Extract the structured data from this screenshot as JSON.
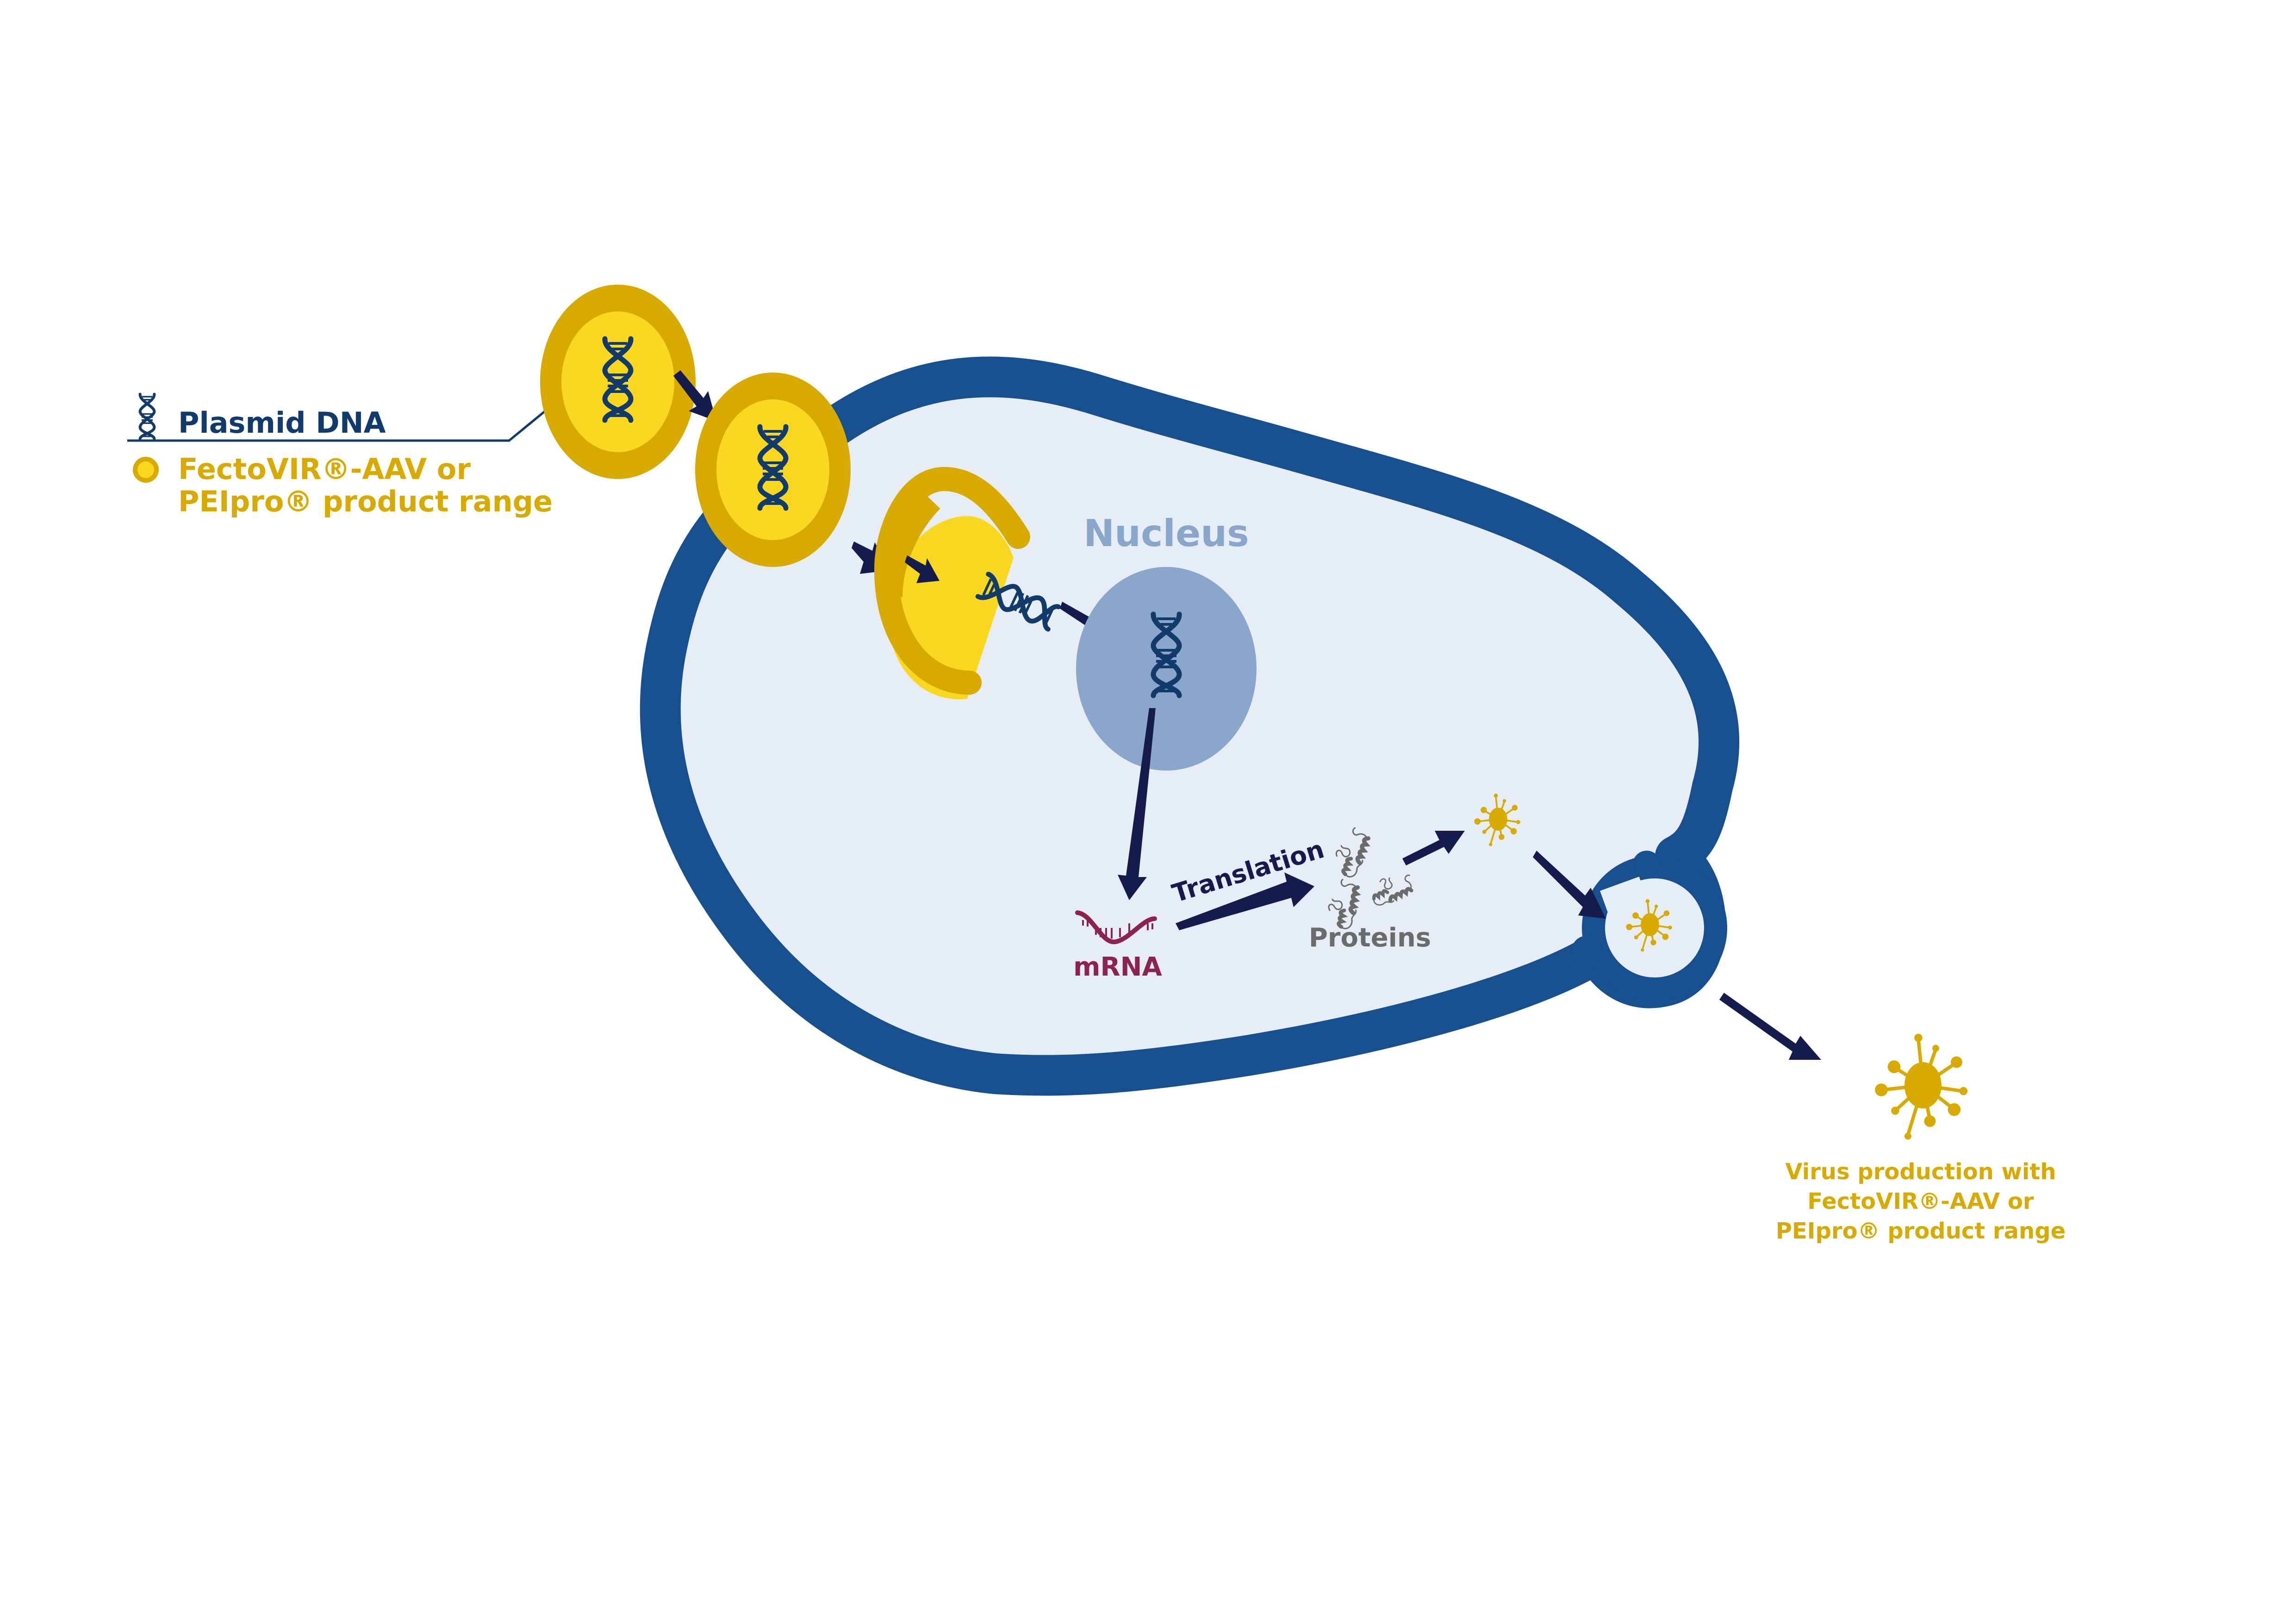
{
  "colors": {
    "membrane": "#184F8F",
    "cytoplasm": "#E6EDF6",
    "nucleus_fill": "#8AA6CA",
    "nucleus_label": "#8AA6CA",
    "vesicle_outer": "#D8AA00",
    "vesicle_inner": "#FAD820",
    "dna": "#123A6A",
    "arrow": "#151C4D",
    "mrna": "#8B2252",
    "protein": "#6B6B6B",
    "virus": "#D8AA00",
    "legend_dna_text": "#123A6A",
    "legend_product_text": "#D8AA00"
  },
  "legend": {
    "plasmid_label": "Plasmid DNA",
    "plasmid_icon": "dna-helix-icon",
    "product_icon": "yellow-particle-icon",
    "product_line1": "FectoVIR®-AAV or",
    "product_line2": "PEIpro® product range"
  },
  "cell": {
    "nucleus_label": "Nucleus",
    "mrna_label": "mRNA",
    "translation_label": "Translation",
    "proteins_label": "Proteins"
  },
  "output": {
    "line1": "Virus production with",
    "line2": "FectoVIR®-AAV or",
    "line3": "PEIpro® product range"
  }
}
